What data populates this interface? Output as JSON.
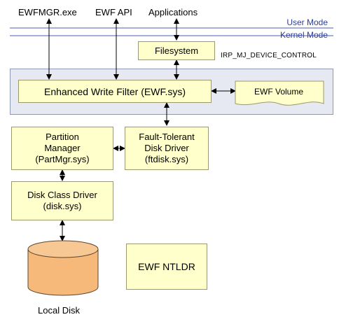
{
  "top_labels": {
    "ewfmgr": "EWFMGR.exe",
    "ewf_api": "EWF API",
    "applications": "Applications"
  },
  "modes": {
    "user": "User Mode",
    "kernel": "Kernel Mode"
  },
  "irp_label": "IRP_MJ_DEVICE_CONTROL",
  "boxes": {
    "filesystem": "Filesystem",
    "ewf_sys": "Enhanced Write Filter (EWF.sys)",
    "ewf_volume": "EWF Volume",
    "partmgr": "Partition\nManager\n(PartMgr.sys)",
    "ftdisk": "Fault-Tolerant\nDisk Driver\n(ftdisk.sys)",
    "disk_class": "Disk Class Driver\n(disk.sys)",
    "ewf_ntldr": "EWF NTLDR"
  },
  "local_disk": "Local Disk",
  "colors": {
    "box_fill": "#ffffcc",
    "band_fill": "#e6e9f2",
    "mode_text": "#2b3f9a",
    "disk_fill": "#f6b97a"
  }
}
